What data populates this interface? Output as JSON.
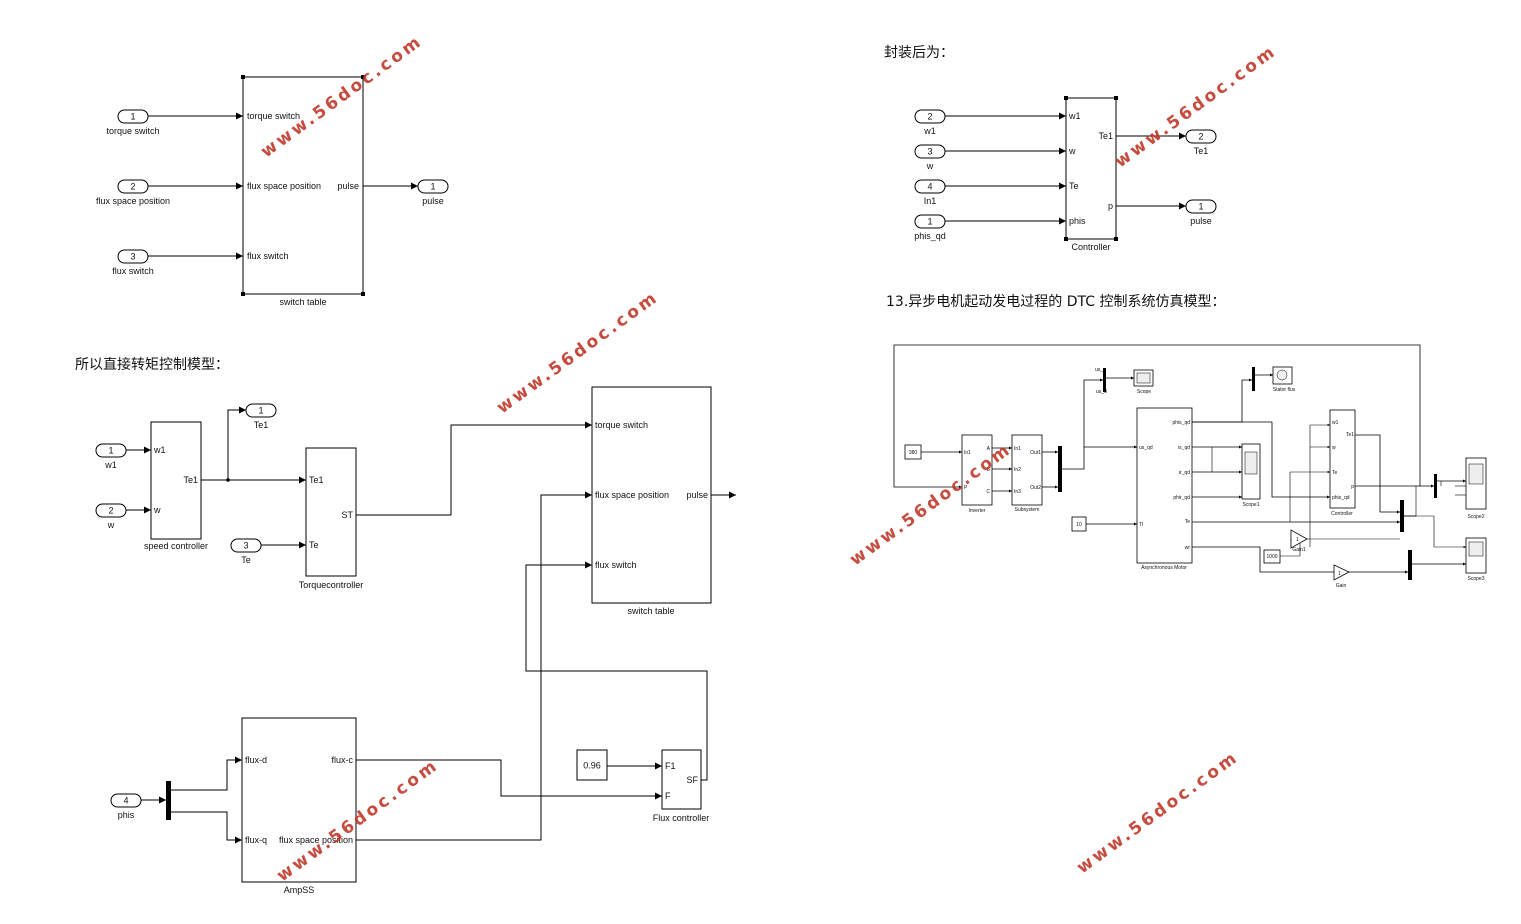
{
  "headings": {
    "encapsulated": "封装后为：",
    "dtc_model": "所以直接转矩控制模型：",
    "startup_model": "13.异步电机起动发电过程的 DTC 控制系统仿真模型："
  },
  "watermark": "www.56doc.com",
  "diagram_switch": {
    "inports": [
      {
        "num": "1",
        "name": "torque switch"
      },
      {
        "num": "2",
        "name": "flux space position"
      },
      {
        "num": "3",
        "name": "flux switch"
      }
    ],
    "block": {
      "name": "switch table",
      "in_ports": [
        "torque switch",
        "flux space position",
        "flux switch"
      ],
      "out_port": "pulse"
    },
    "outport": {
      "num": "1",
      "name": "pulse"
    }
  },
  "diagram_controller": {
    "inports": [
      {
        "num": "2",
        "name": "w1"
      },
      {
        "num": "3",
        "name": "w"
      },
      {
        "num": "4",
        "name": "In1"
      },
      {
        "num": "1",
        "name": "phis_qd"
      }
    ],
    "block": {
      "name": "Controller",
      "in_ports": [
        "w1",
        "w",
        "Te",
        "phis"
      ],
      "out_ports": [
        "Te1",
        "p"
      ]
    },
    "outports": [
      {
        "num": "2",
        "name": "Te1"
      },
      {
        "num": "1",
        "name": "pulse"
      }
    ]
  },
  "diagram_dtc": {
    "inports": [
      {
        "num": "1",
        "name": "w1"
      },
      {
        "num": "2",
        "name": "w"
      },
      {
        "num": "3",
        "name": "Te"
      },
      {
        "num": "4",
        "name": "phis"
      }
    ],
    "outport_te1": {
      "num": "1",
      "name": "Te1"
    },
    "speed_controller": {
      "name": "speed controller",
      "in_ports": [
        "w1",
        "w"
      ],
      "out_port": "Te1"
    },
    "torque_controller": {
      "name": "Torquecontroller",
      "in_ports": [
        "Te1",
        "Te"
      ],
      "out_port": "ST"
    },
    "switch_table": {
      "name": "switch table",
      "in_ports": [
        "torque switch",
        "flux space position",
        "flux switch"
      ],
      "out_port": "pulse"
    },
    "ampss": {
      "name": "AmpSS",
      "in_ports": [
        "flux-d",
        "flux-q"
      ],
      "out_ports": [
        "flux-c",
        "flux space position"
      ]
    },
    "constant": "0.96",
    "flux_controller": {
      "name": "Flux controller",
      "in_ports": [
        "F1",
        "F"
      ],
      "out_port": "SF"
    }
  },
  "diagram_system": {
    "constants": {
      "c380": "380",
      "c10": "10",
      "c1000": "1000"
    },
    "inverter": {
      "name": "Inverter",
      "in_ports": [
        "In1",
        "",
        "P"
      ],
      "out_ports": [
        "A",
        "B",
        "C"
      ]
    },
    "subsystem": {
      "name": "Subsystem",
      "in_ports": [
        "In1",
        "In2",
        "In3"
      ],
      "out_ports": [
        "Out1",
        "Out2"
      ]
    },
    "motor": {
      "name": "Asynchronous Motor",
      "in_ports": [
        "us_qd",
        "Tl"
      ],
      "out_ports": [
        "phis_qd",
        "is_qd",
        "ir_qd",
        "phir_qd",
        "Te",
        "wr"
      ]
    },
    "controller": {
      "name": "Controller",
      "in_ports": [
        "w1",
        "w",
        "Te",
        "phis_qd"
      ],
      "out_ports": [
        "Te1",
        "p"
      ]
    },
    "scopes": {
      "scope": "Scope",
      "stator": "Stator flux",
      "scope1": "Scope1",
      "scope2": "Scope2",
      "scope3": "Scope3"
    },
    "gains": {
      "gain1": "Gain1",
      "gain": "Gain",
      "k1": "1",
      "k": "1"
    },
    "mux_labels": {
      "usd": "us_d",
      "uq": "us_q"
    }
  }
}
